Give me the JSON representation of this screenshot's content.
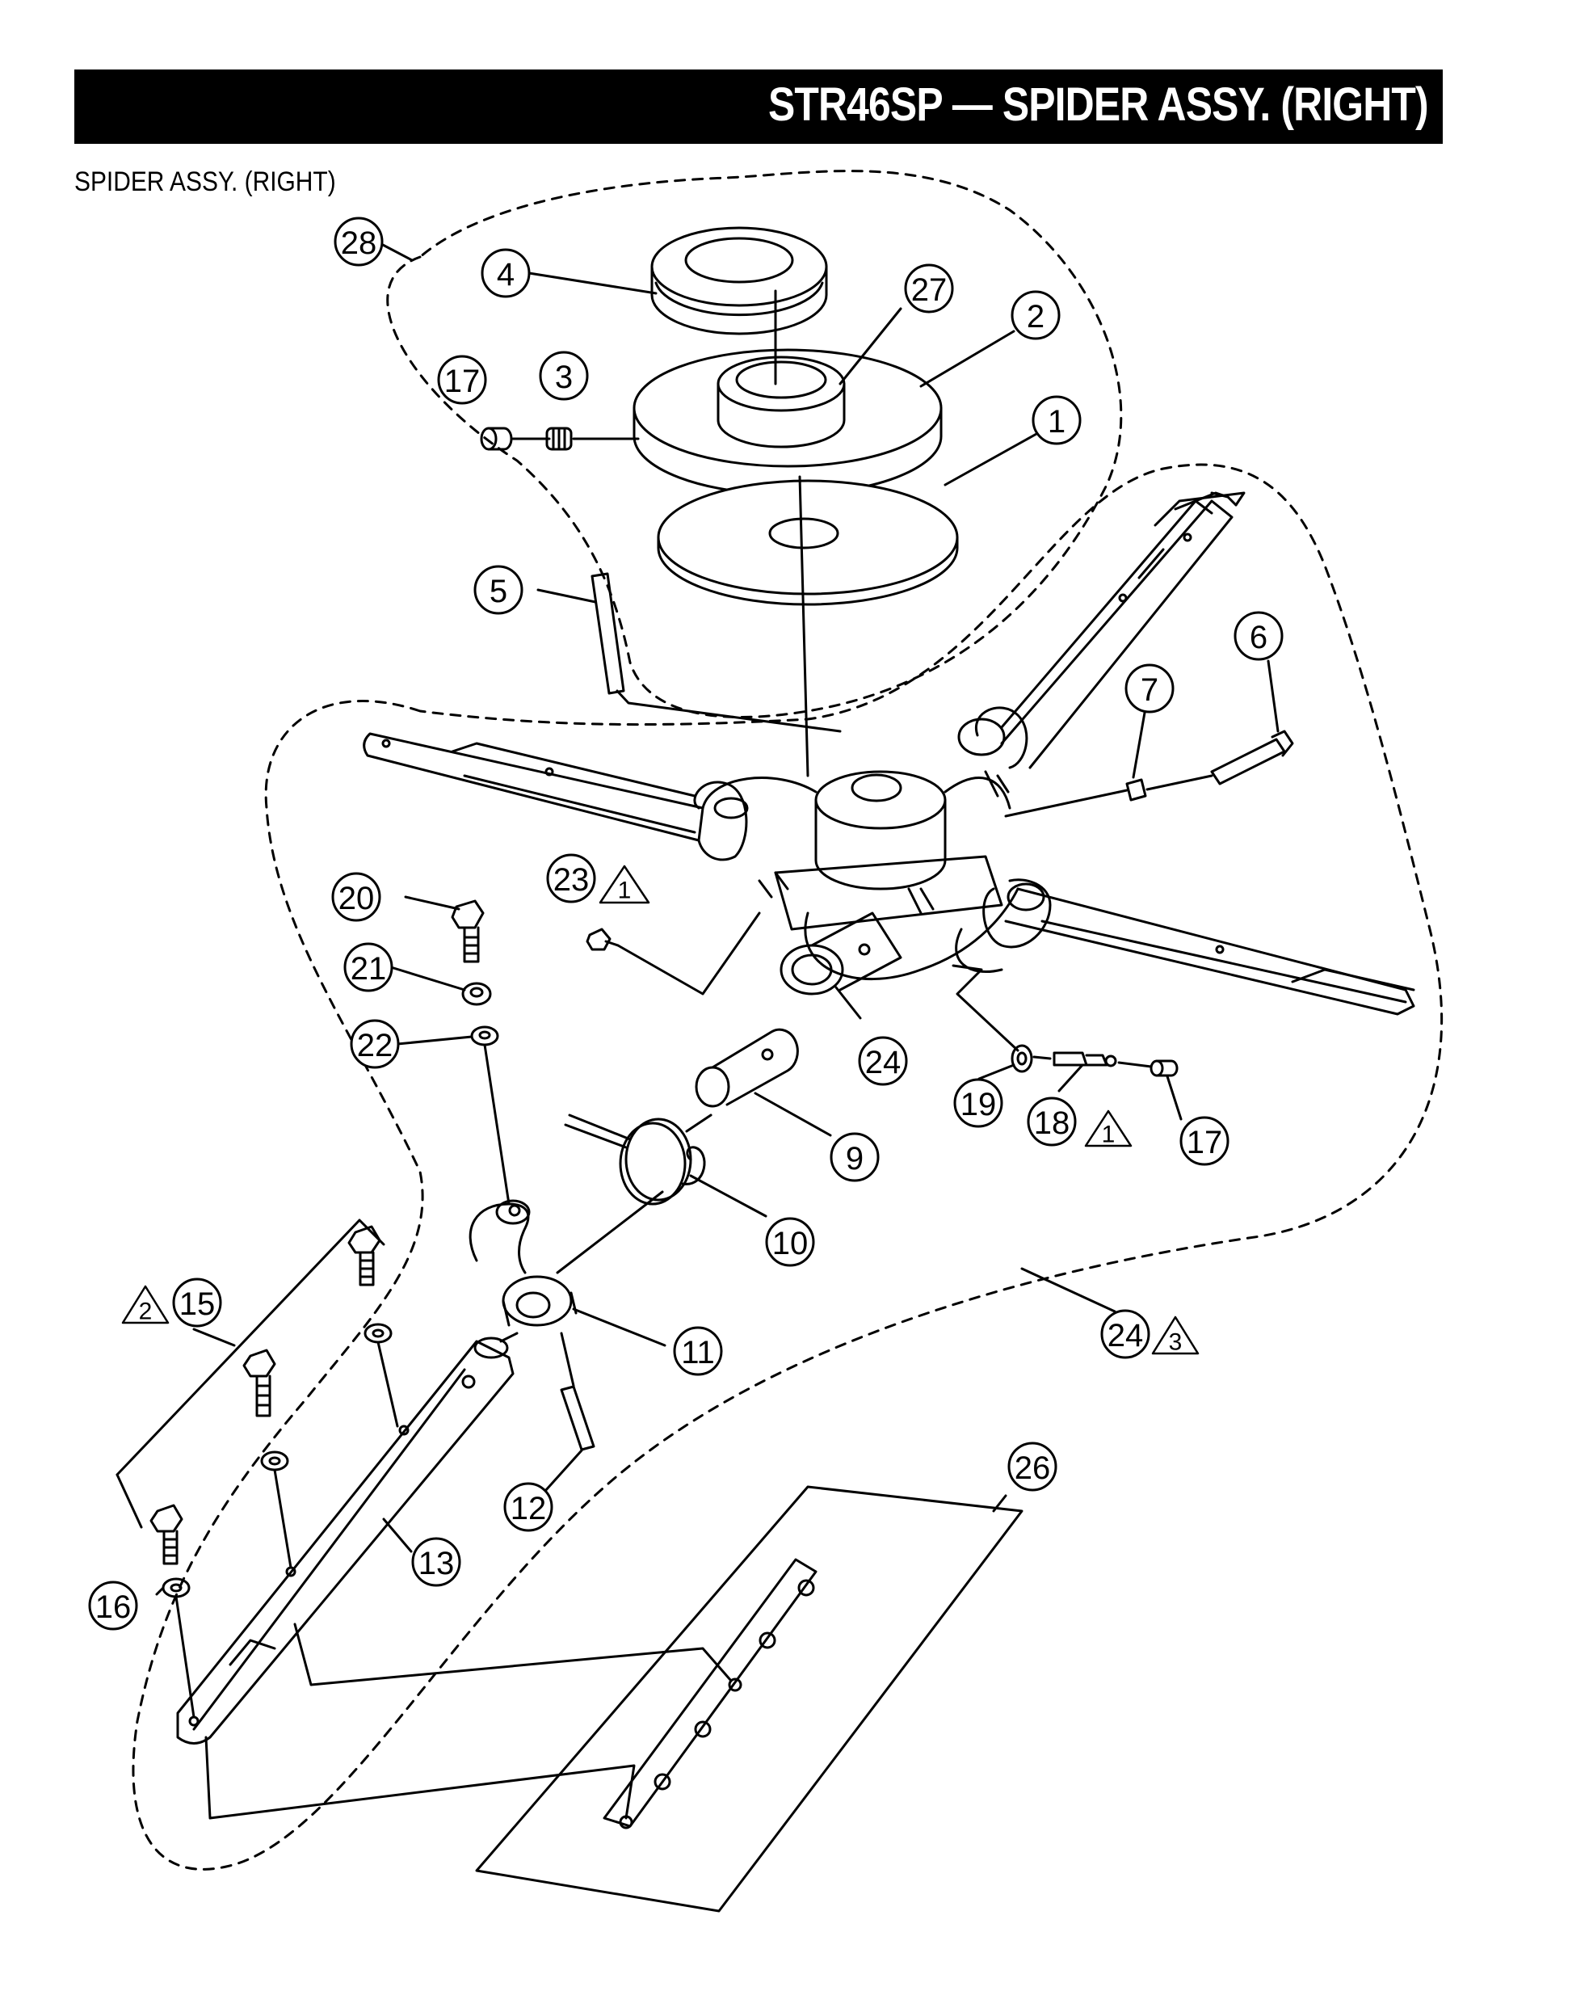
{
  "header": {
    "title": "STR46SP — SPIDER ASSY. (RIGHT)"
  },
  "subtitle": "SPIDER ASSY. (RIGHT)",
  "callouts": {
    "c28": "28",
    "c4": "4",
    "c27": "27",
    "c2": "2",
    "c17a": "17",
    "c3": "3",
    "c1": "1",
    "c5": "5",
    "c6": "6",
    "c7": "7",
    "c23": "23",
    "c20": "20",
    "c21": "21",
    "c22": "22",
    "c24a": "24",
    "c19": "19",
    "c18": "18",
    "c17b": "17",
    "c9": "9",
    "c10": "10",
    "c15": "15",
    "c11": "11",
    "c24b": "24",
    "c12": "12",
    "c13": "13",
    "c16": "16",
    "c26": "26"
  },
  "notes": {
    "n1a": "1",
    "n1b": "1",
    "n2": "2",
    "n3": "3"
  }
}
